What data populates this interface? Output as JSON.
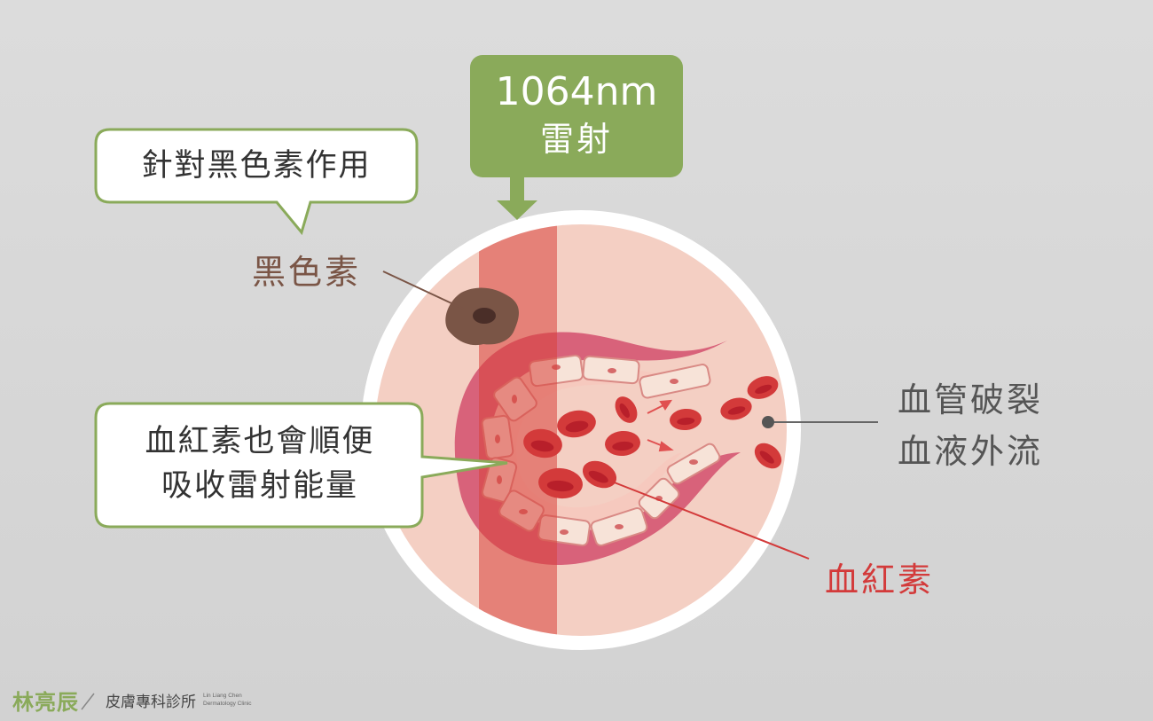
{
  "laser": {
    "line1": "1064nm",
    "line2": "雷射"
  },
  "callouts": {
    "melanin_target": "針對黑色素作用",
    "hemoglobin_absorb": [
      "血紅素也會順便",
      "吸收雷射能量"
    ]
  },
  "labels": {
    "melanin": "黑色素",
    "hemoglobin": "血紅素",
    "vessel_rupture": [
      "血管破裂",
      "血液外流"
    ]
  },
  "footer": {
    "doctor_name": "林亮辰",
    "separator": "／",
    "clinic_name": "皮膚專科診所",
    "english_line1": "Lin Liang Chen",
    "english_line2": "Dermatology Clinic"
  },
  "colors": {
    "accent_green": "#8aaa5a",
    "melanin_brown": "#7a5546",
    "hemoglobin_red": "#d33a3a",
    "text_gray": "#555555"
  }
}
